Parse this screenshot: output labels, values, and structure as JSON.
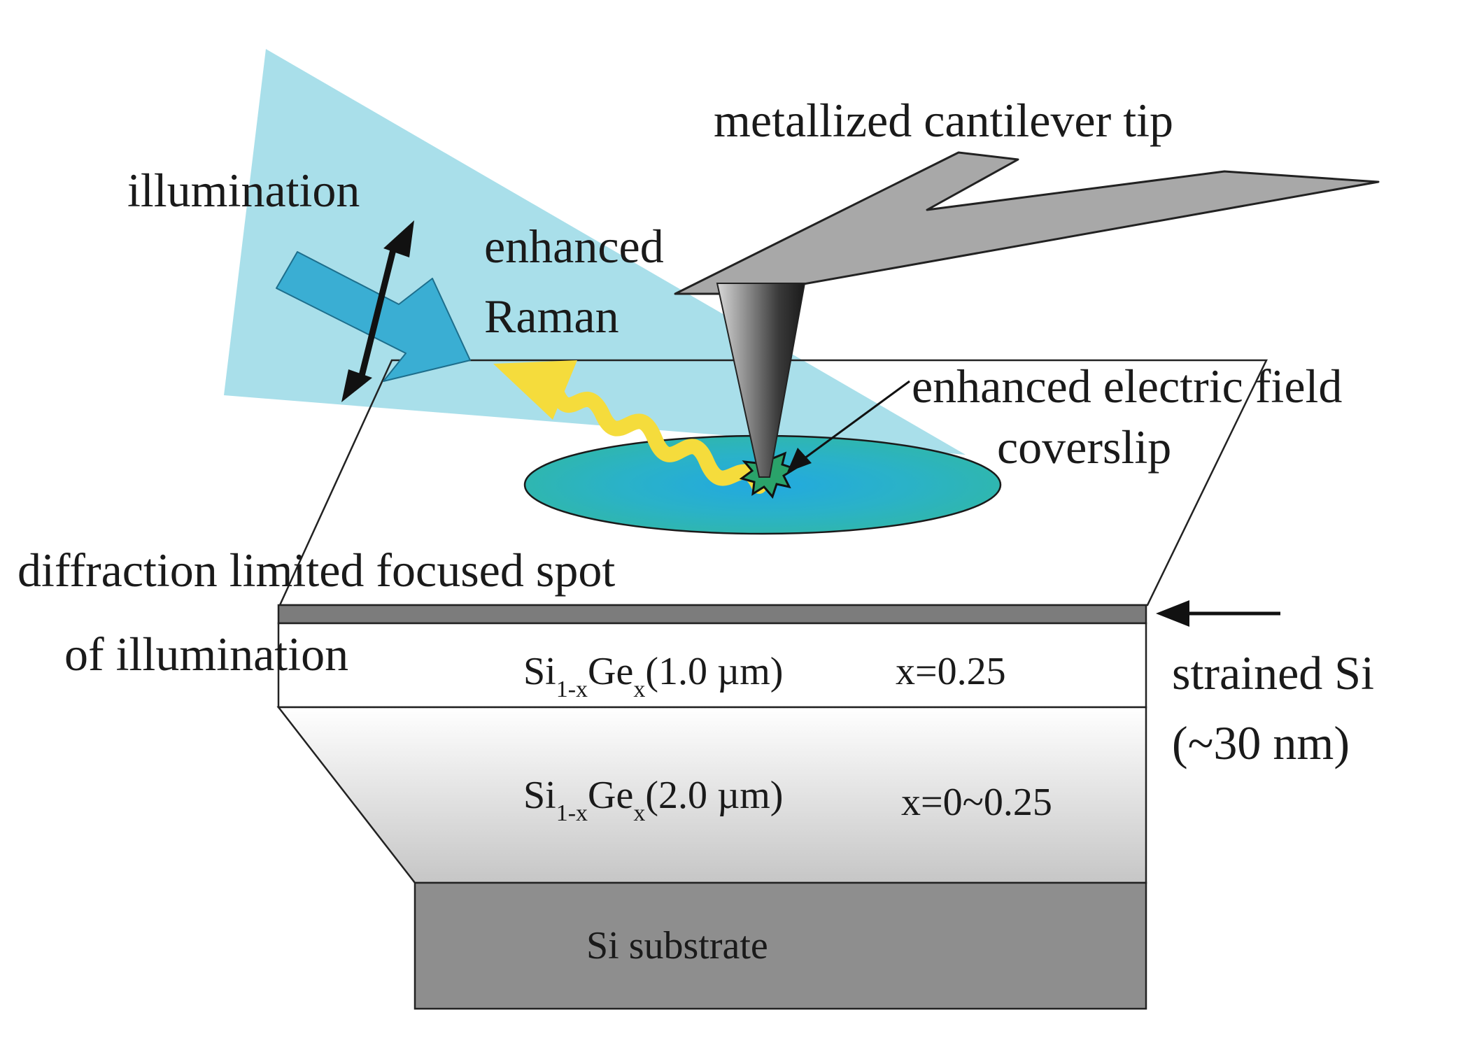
{
  "labels": {
    "cantilever": "metallized cantilever tip",
    "illumination": "illumination",
    "enhanced_raman_line1": "enhanced",
    "enhanced_raman_line2": "Raman",
    "enhanced_field": "enhanced electric field",
    "coverslip": "coverslip",
    "spot_line1": "diffraction limited focused spot",
    "spot_line2": "of illumination",
    "strained_line1": "strained Si",
    "strained_line2": "(~30 nm)"
  },
  "layers": {
    "top": {
      "base": "Si",
      "sub1": "1-x",
      "mid": "Ge",
      "sub2": "x",
      "thickness": "(1.0 µm)",
      "composition": "x=0.25"
    },
    "graded": {
      "base": "Si",
      "sub1": "1-x",
      "mid": "Ge",
      "sub2": "x",
      "thickness": "(2.0 µm)",
      "composition": "x=0~0.25"
    },
    "substrate": "Si substrate"
  },
  "colors": {
    "beam": "#a9dfea",
    "arrow": "#3aaed3",
    "raman": "#f5dc3c",
    "spot": "#2fb6b8",
    "strained_si": "#7c7c7c",
    "substrate": "#8e8e8e",
    "tip": "#a8a8a8",
    "hotspot": "#2aa36a"
  }
}
